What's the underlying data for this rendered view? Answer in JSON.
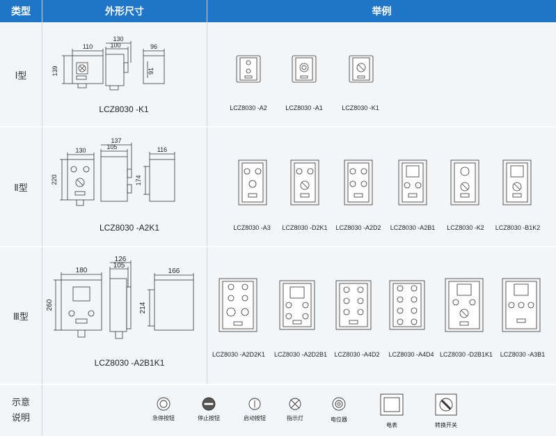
{
  "header": {
    "type": "类型",
    "dimensions": "外形尺寸",
    "examples": "举例"
  },
  "rows": [
    {
      "label": "Ⅰ型",
      "drawing_caption": "LCZ8030 -K1",
      "dims": {
        "w_front": "110",
        "h_front": "139",
        "w_side_total": "130",
        "w_side_body": "100",
        "w_back": "96",
        "h_back": "91"
      },
      "examples": [
        "LCZ8030 -A2",
        "LCZ8030 -A1",
        "LCZ8030 -K1"
      ]
    },
    {
      "label": "Ⅱ型",
      "drawing_caption": "LCZ8030 -A2K1",
      "dims": {
        "w_front": "130",
        "h_front": "220",
        "w_side_total": "137",
        "w_side_body": "105",
        "w_back": "116",
        "h_back": "174"
      },
      "examples": [
        "LCZ8030 -A3",
        "LCZ8030 -D2K1",
        "LCZ8030 -A2D2",
        "LCZ8030 -A2B1",
        "LCZ8030 -K2",
        "LCZ8030 -B1K2"
      ]
    },
    {
      "label": "Ⅲ型",
      "drawing_caption": "LCZ8030 -A2B1K1",
      "dims": {
        "w_front": "180",
        "h_front": "260",
        "w_side_total": "126",
        "w_side_body": "105",
        "w_back": "166",
        "h_back": "214"
      },
      "examples": [
        "LCZ8030 -A2D2K1",
        "LCZ8030 -A2D2B1",
        "LCZ8030 -A4D2",
        "LCZ8030 -A4D4",
        "LCZ8030 -D2B1K1",
        "LCZ8030 -A3B1"
      ]
    }
  ],
  "legend": {
    "label_line1": "示意",
    "label_line2": "说明",
    "items": [
      "急停按钮",
      "停止按钮",
      "启动按钮",
      "指示灯",
      "电位器",
      "电表",
      "转换开关"
    ]
  }
}
